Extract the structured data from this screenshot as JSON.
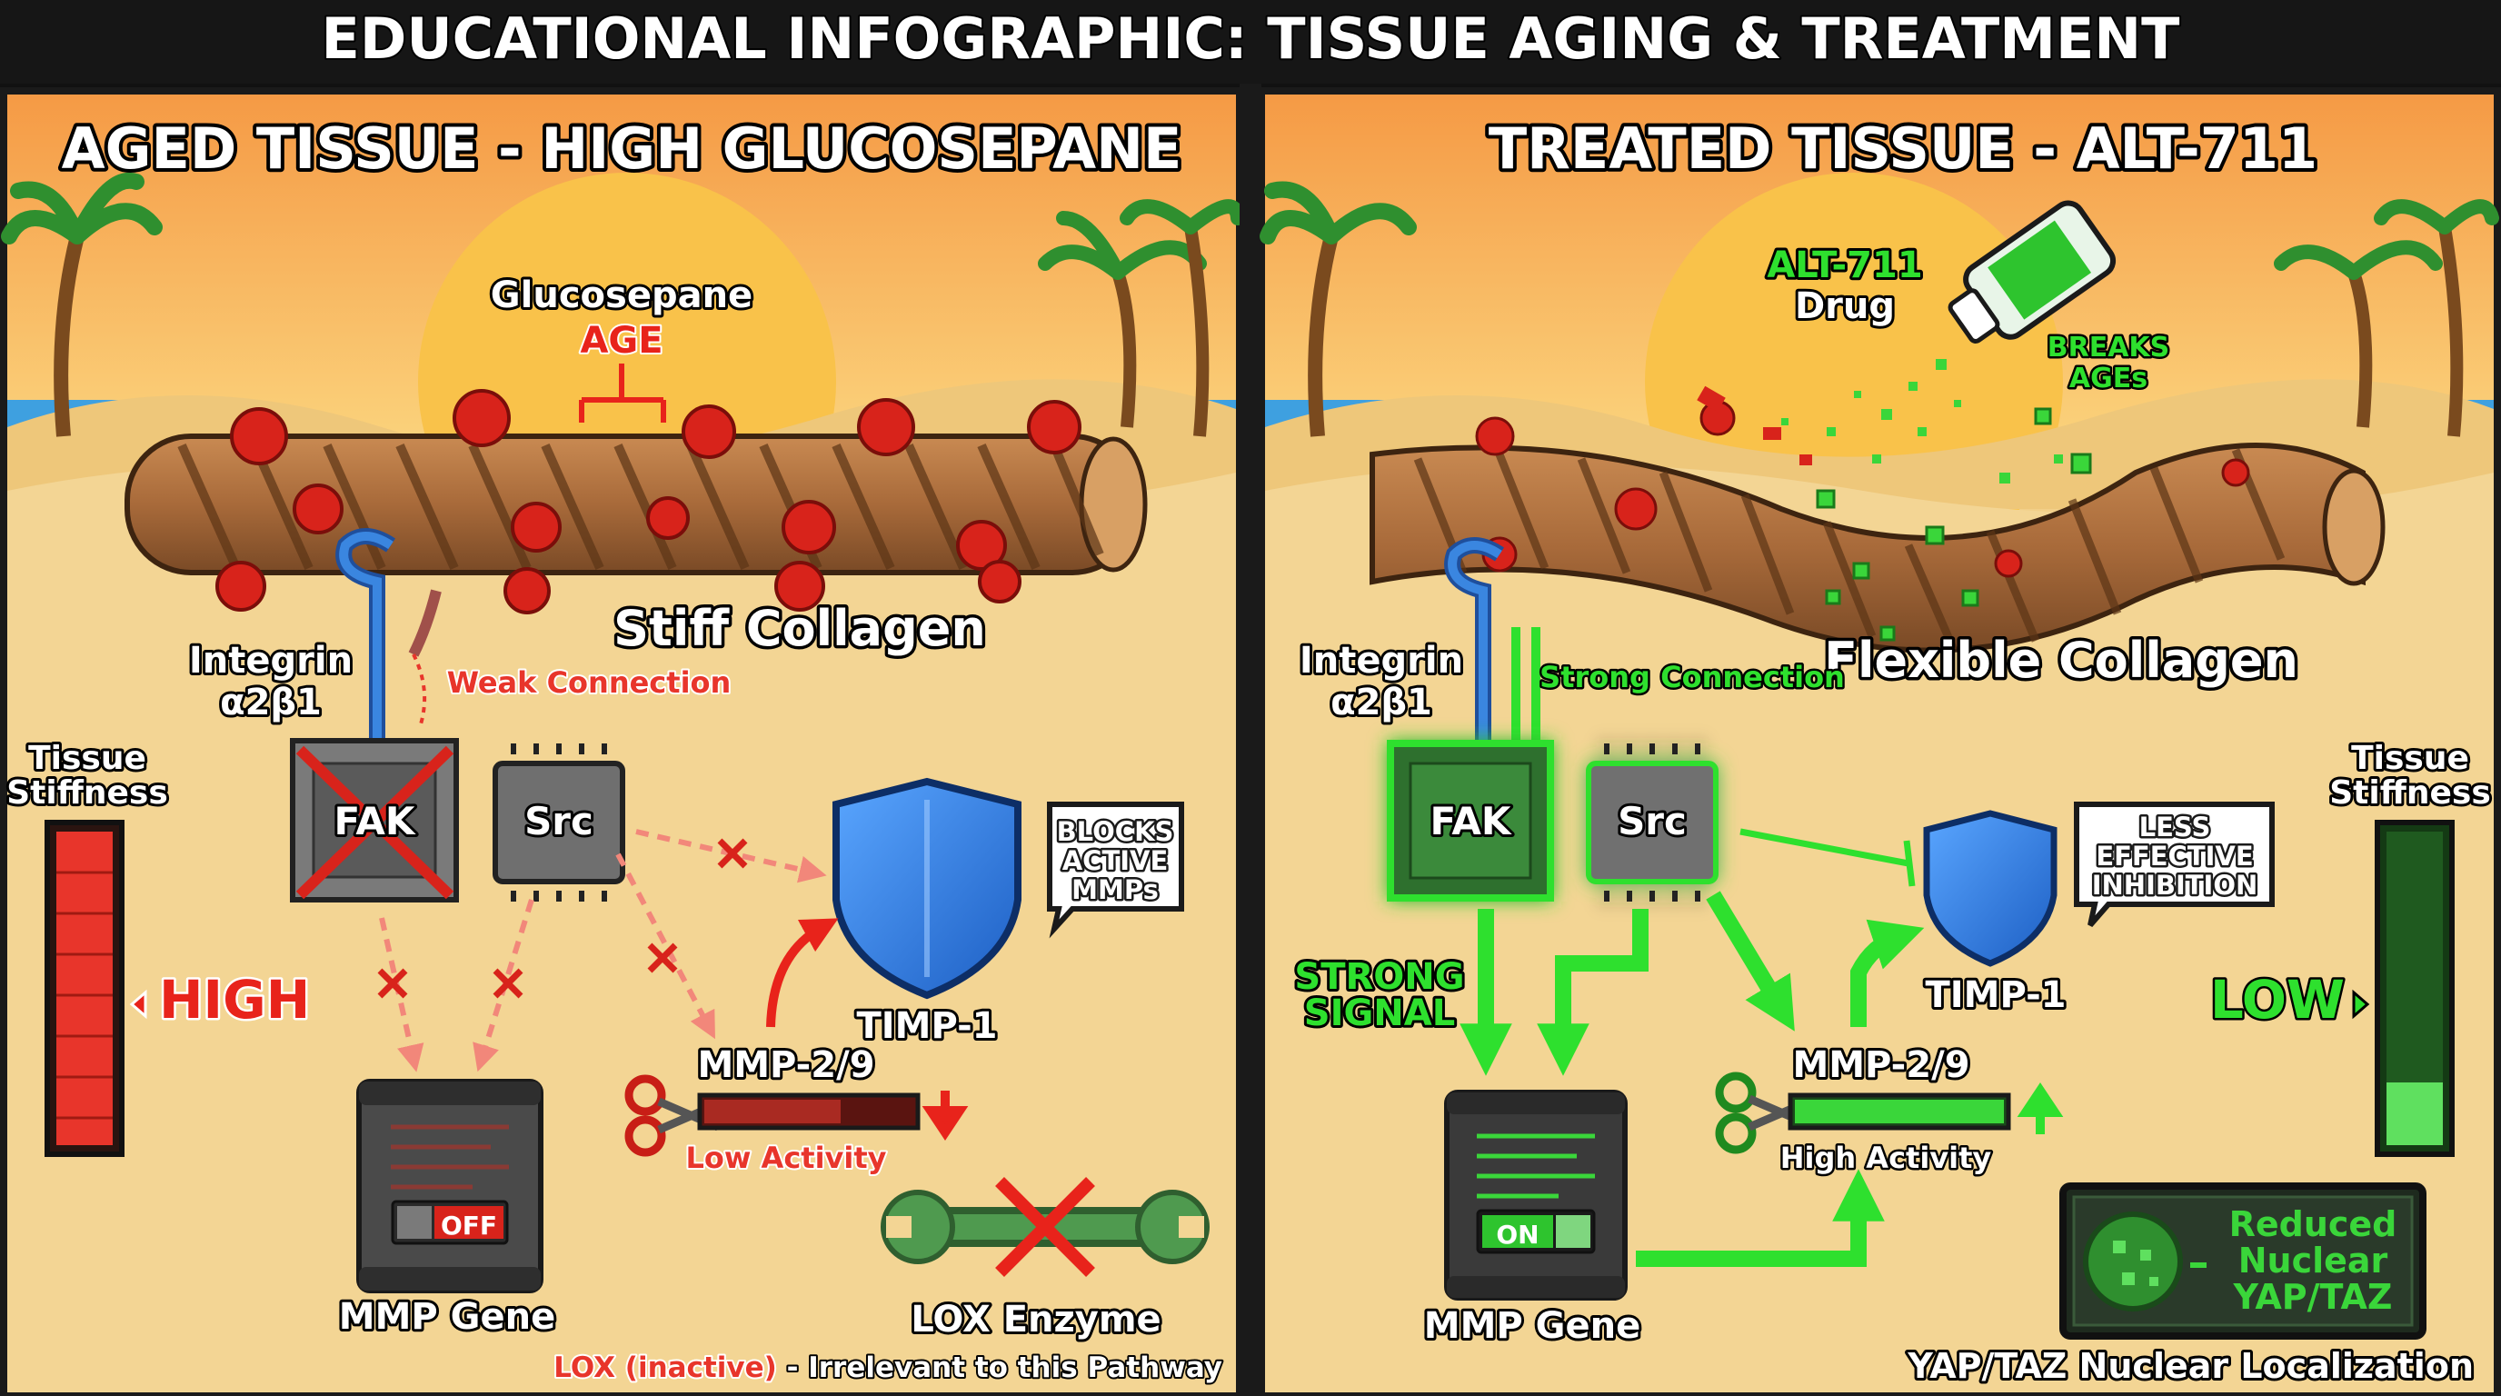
{
  "title": "EDUCATIONAL INFOGRAPHIC: TISSUE AGING & TREATMENT",
  "left": {
    "title": "AGED TISSUE - HIGH GLUCOSEPANE",
    "glucosepane_label": "Glucosepane",
    "age_label": "AGE",
    "collagen_label": "Stiff Collagen",
    "integrin_line1": "Integrin",
    "integrin_line2": "α2β1",
    "connection_label": "Weak Connection",
    "fak_label": "FAK",
    "src_label": "Src",
    "timp_label": "TIMP-1",
    "timp_bubble_lines": [
      "BLOCKS",
      "ACTIVE",
      "MMPs"
    ],
    "mmp_label": "MMP-2/9",
    "mmp_activity": "Low Activity",
    "gene_label": "MMP Gene",
    "gene_switch": "OFF",
    "lox_label": "LOX Enzyme",
    "lox_note_part1": "LOX (inactive)",
    "lox_note_part2": " - Irrelevant to this Pathway",
    "stiffness_line1": "Tissue",
    "stiffness_line2": "Stiffness",
    "stiffness_level": "HIGH",
    "stiffness_fill": 1.0
  },
  "right": {
    "title": "TREATED TISSUE - ALT-711",
    "drug_line1": "ALT-711",
    "drug_line2": "Drug",
    "breaks_line1": "BREAKS",
    "breaks_line2": "AGEs",
    "collagen_label": "Flexible Collagen",
    "integrin_line1": "Integrin",
    "integrin_line2": "α2β1",
    "connection_label": "Strong Connection",
    "fak_label": "FAK",
    "src_label": "Src",
    "signal_line1": "STRONG",
    "signal_line2": "SIGNAL",
    "timp_label": "TIMP-1",
    "timp_bubble_lines": [
      "LESS",
      "EFFECTIVE",
      "INHIBITION"
    ],
    "mmp_label": "MMP-2/9",
    "mmp_activity": "High Activity",
    "gene_label": "MMP Gene",
    "gene_switch": "ON",
    "yap_lines": [
      "Reduced",
      "Nuclear",
      "YAP/TAZ"
    ],
    "yap_caption": "YAP/TAZ Nuclear Localization",
    "stiffness_line1": "Tissue",
    "stiffness_line2": "Stiffness",
    "stiffness_level": "LOW",
    "stiffness_fill": 0.2
  },
  "colors": {
    "sky_top": "#f7a24a",
    "sand": "#f2d08a",
    "red_accent": "#e8352b",
    "green_accent": "#33d133",
    "shield_blue": "#2f7fe0",
    "chip_gray": "#6f6f6f"
  }
}
